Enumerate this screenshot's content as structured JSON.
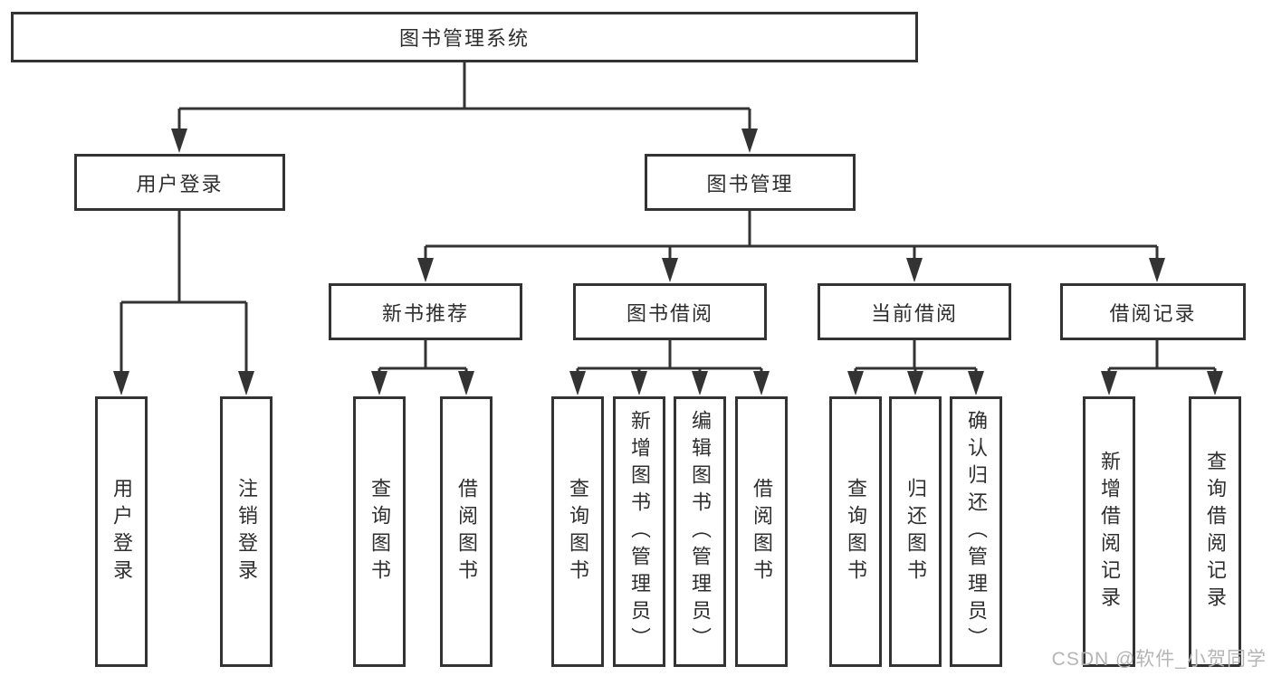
{
  "diagram": {
    "nodes": {
      "root": "图书管理系统",
      "user_login": "用户登录",
      "book_mgmt": "图书管理",
      "new_books": "新书推荐",
      "book_borrow": "图书借阅",
      "current_borrow": "当前借阅",
      "borrow_records": "借阅记录"
    },
    "leaves": {
      "user_login": [
        "用户登录",
        "注销登录"
      ],
      "new_books": [
        "查询图书",
        "借阅图书"
      ],
      "book_borrow": [
        "查询图书",
        "新增图书（管理员）",
        "编辑图书（管理员）",
        "借阅图书"
      ],
      "current_borrow": [
        "查询图书",
        "归还图书",
        "确认归还（管理员）"
      ],
      "borrow_records": [
        "新增借阅记录",
        "查询借阅记录"
      ]
    },
    "watermark": "CSDN @软件_小贺同学",
    "colors": {
      "line": "#333333",
      "text": "#2e2e2e",
      "watermark": "#b5b5b5",
      "background": "#ffffff"
    }
  }
}
